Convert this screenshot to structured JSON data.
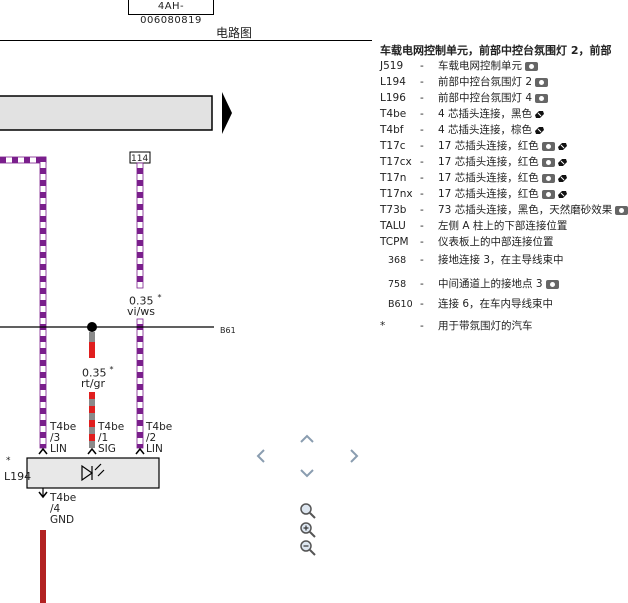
{
  "header": {
    "doc_id": "4AH-006080819",
    "title": "电路图"
  },
  "diagram": {
    "wire_114_label": "114",
    "wire_vi_ws_size": "0.35",
    "wire_vi_ws_star": "*",
    "wire_vi_ws_color": "vi/ws",
    "wire_rt_gr_size": "0.35",
    "wire_rt_gr_star": "*",
    "wire_rt_gr_color": "rt/gr",
    "bus_label": "B61",
    "component_label": "L194",
    "component_star": "*",
    "pins": [
      {
        "connector": "T4be",
        "pin": "/3",
        "signal": "LIN"
      },
      {
        "connector": "T4be",
        "pin": "/1",
        "signal": "SIG"
      },
      {
        "connector": "T4be",
        "pin": "/2",
        "signal": "LIN"
      },
      {
        "connector": "T4be",
        "pin": "/4",
        "signal": "GND"
      }
    ],
    "colors": {
      "violet": "#7a1e8c",
      "red": "#e01e1e",
      "dark_red": "#b22222",
      "gray": "#8a8a8a"
    }
  },
  "legend": {
    "title": "车载电网控制单元，前部中控台氛围灯 2，前部",
    "items": [
      {
        "code": "J519",
        "text": "车载电网控制单元",
        "icons": [
          "camera-icon"
        ]
      },
      {
        "code": "L194",
        "text": "前部中控台氛围灯 2",
        "icons": [
          "camera-icon"
        ]
      },
      {
        "code": "L196",
        "text": "前部中控台氛围灯 4",
        "icons": [
          "camera-icon"
        ]
      },
      {
        "code": "T4be",
        "text": "4 芯插头连接，黑色",
        "icons": [
          "connector-icon"
        ]
      },
      {
        "code": "T4bf",
        "text": "4 芯插头连接，棕色",
        "icons": [
          "connector-icon"
        ]
      },
      {
        "code": "T17c",
        "text": "17 芯插头连接，红色",
        "icons": [
          "camera-icon",
          "connector-icon"
        ]
      },
      {
        "code": "T17cx",
        "text": "17 芯插头连接，红色",
        "icons": [
          "camera-icon",
          "connector-icon"
        ]
      },
      {
        "code": "T17n",
        "text": "17 芯插头连接，红色",
        "icons": [
          "camera-icon",
          "connector-icon"
        ]
      },
      {
        "code": "T17nx",
        "text": "17 芯插头连接，红色",
        "icons": [
          "camera-icon",
          "connector-icon"
        ]
      },
      {
        "code": "T73b",
        "text": "73 芯插头连接，黑色，天然磨砂效果",
        "icons": [
          "camera-icon"
        ]
      },
      {
        "code": "TALU",
        "text": "左侧 A 柱上的下部连接位置",
        "icons": []
      },
      {
        "code": "TCPM",
        "text": "仪表板上的中部连接位置",
        "icons": []
      },
      {
        "code": "368",
        "text": "接地连接 3，在主导线束中",
        "icons": []
      },
      {
        "code": "758",
        "text": "中间通道上的接地点 3",
        "icons": [
          "camera-icon"
        ]
      },
      {
        "code": "B610",
        "text": "连接 6，在车内导线束中",
        "icons": []
      },
      {
        "code": "*",
        "text": "用于带氛围灯的汽车",
        "icons": []
      }
    ]
  },
  "controls": {
    "nav": [
      "chevron-up-icon",
      "chevron-left-icon",
      "chevron-right-icon",
      "chevron-down-icon"
    ],
    "zoom": [
      "zoom-fit-icon",
      "zoom-in-icon",
      "zoom-out-icon"
    ]
  }
}
